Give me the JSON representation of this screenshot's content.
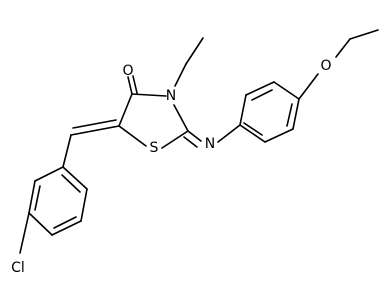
{
  "atoms": {
    "O1": "O",
    "N1": "N",
    "S1": "S",
    "N2": "N",
    "O2": "O",
    "Cl": "Cl"
  }
}
